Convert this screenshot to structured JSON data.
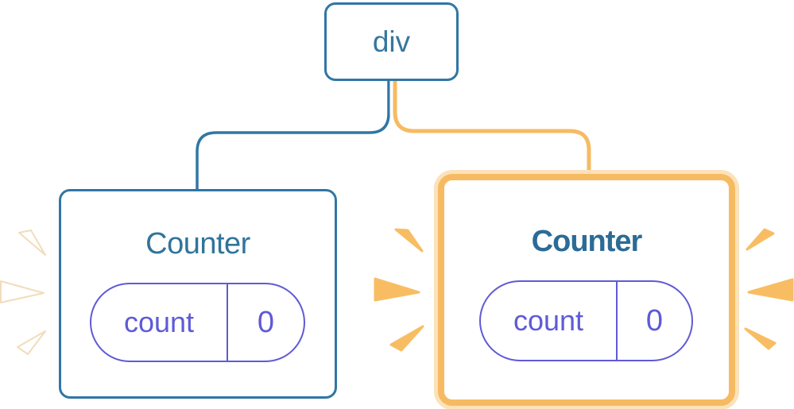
{
  "diagram": {
    "description": "React component tree: a div root with two Counter children, each holding a count state pill; the right Counter is highlighted as newly mounted",
    "root": {
      "label": "div"
    },
    "children": [
      {
        "title": "Counter",
        "state": {
          "name": "count",
          "value": "0"
        },
        "highlighted": false,
        "sparkle_style": "white",
        "sparkle_count": 3
      },
      {
        "title": "Counter",
        "state": {
          "name": "count",
          "value": "0"
        },
        "highlighted": true,
        "sparkle_style": "orange",
        "sparkle_count": 6
      }
    ]
  },
  "colors": {
    "blue_stroke": "#3076a5",
    "blue_title": "#30749c",
    "blue_title_bold": "#2b6b96",
    "indigo_pill": "#5f5ad6",
    "orange": "#f6bb62",
    "orange_pale": "#fbe2ba",
    "white": "#ffffff"
  }
}
